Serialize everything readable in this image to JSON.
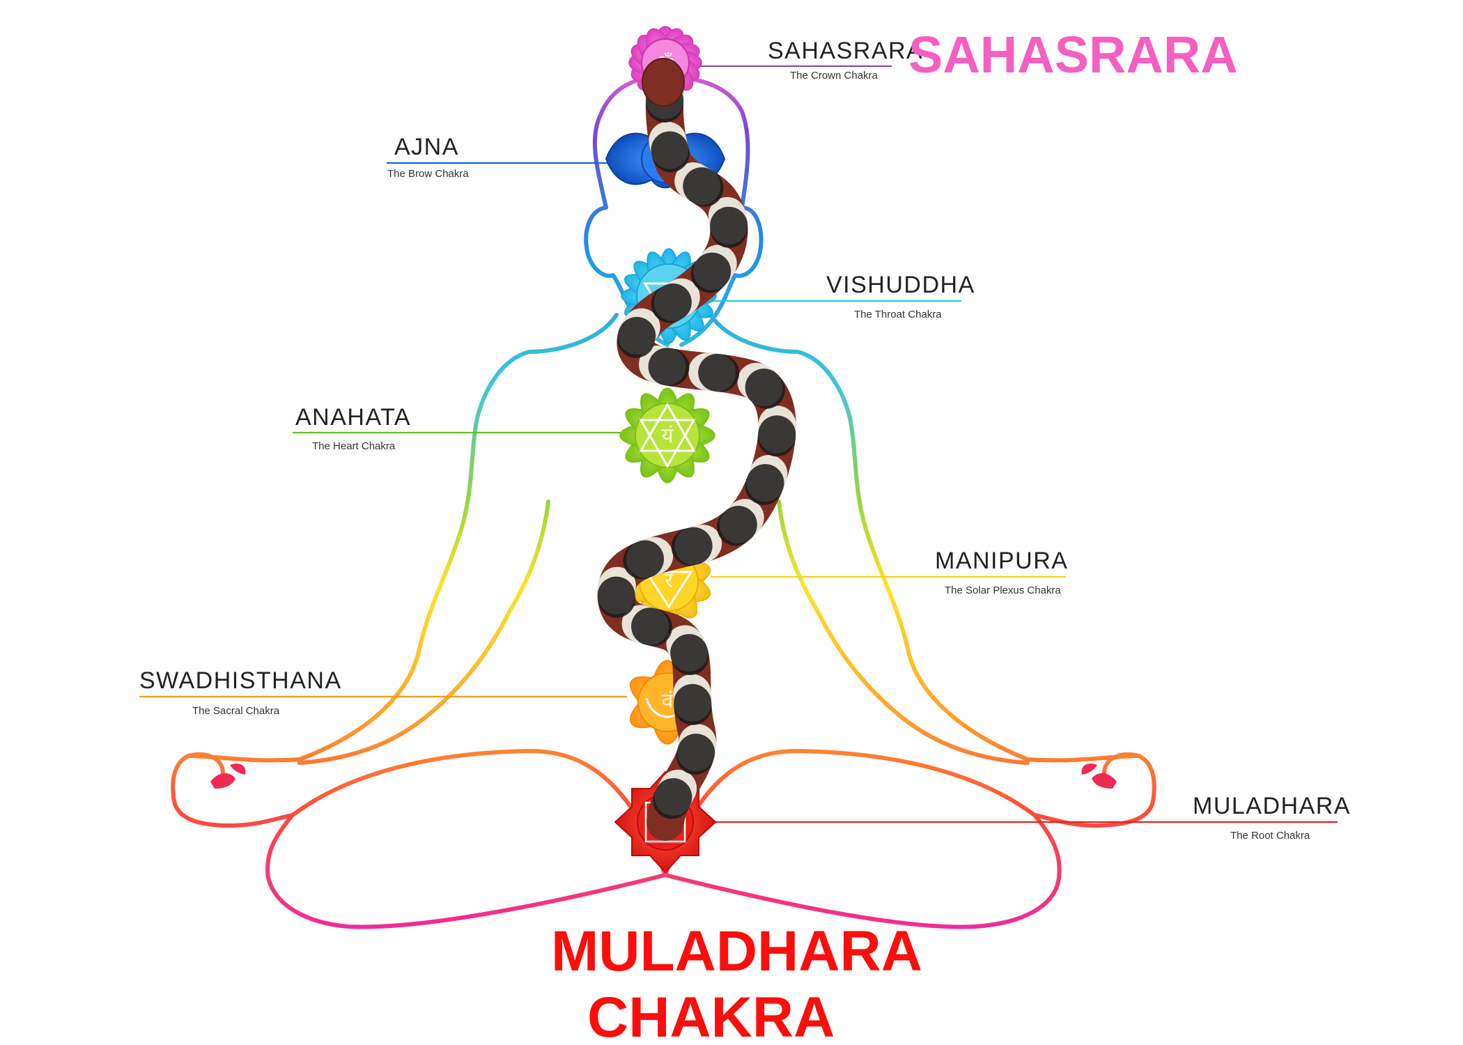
{
  "chakras": [
    {
      "name": "SAHASRARA",
      "subtitle": "The Crown Chakra",
      "color": "#ec4fc8"
    },
    {
      "name": "AJNA",
      "subtitle": "The Brow Chakra",
      "color": "#1566d4"
    },
    {
      "name": "VISHUDDHA",
      "subtitle": "The Throat Chakra",
      "color": "#28c6ea"
    },
    {
      "name": "ANAHATA",
      "subtitle": "The Heart Chakra",
      "color": "#8ed01f"
    },
    {
      "name": "MANIPURA",
      "subtitle": "The Solar Plexus Chakra",
      "color": "#ffd51a"
    },
    {
      "name": "SWADHISTHANA",
      "subtitle": "The Sacral Chakra",
      "color": "#ffa61a"
    },
    {
      "name": "MULADHARA",
      "subtitle": "The Root Chakra",
      "color": "#f01d1d"
    }
  ],
  "headline_top": "SAHASRARA",
  "headline_bottom_line1": "MULADHARA",
  "headline_bottom_line2": "CHAKRA",
  "colors": {
    "headline_pink": "#f55fc2",
    "headline_red": "#ff0c0c",
    "snake_red": "#8e3424",
    "snake_band": "#efece2"
  }
}
